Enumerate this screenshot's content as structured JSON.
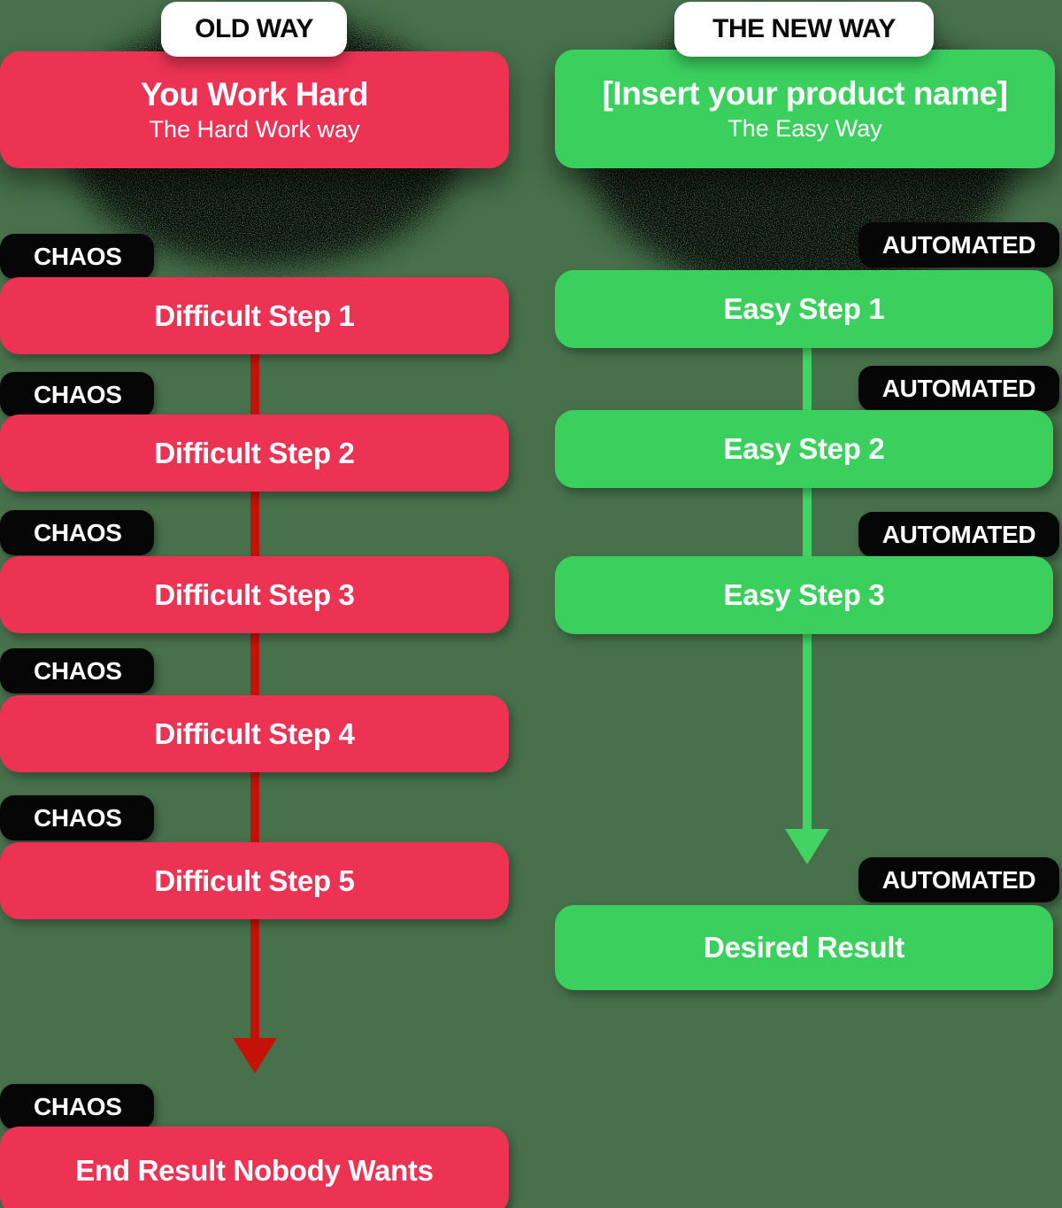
{
  "colors": {
    "background": "#47704b",
    "red_box": "#ed3354",
    "red_arrow": "#c41208",
    "green_box": "#3bd05e",
    "green_arrow": "#41d463",
    "tag_background": "#060606",
    "tag_text": "#ffffff",
    "pill_background": "#ffffff"
  },
  "old_way": {
    "badge_label": "OLD WAY",
    "title": "You Work Hard",
    "subtitle": "The Hard Work way",
    "tag_label": "CHAOS",
    "steps": [
      "Difficult Step 1",
      "Difficult Step 2",
      "Difficult Step 3",
      "Difficult Step 4",
      "Difficult Step 5"
    ],
    "result_label": "End Result Nobody Wants"
  },
  "new_way": {
    "badge_label": "THE NEW WAY",
    "title": "[Insert your product name]",
    "subtitle": "The Easy Way",
    "tag_label": "AUTOMATED",
    "steps": [
      "Easy Step 1",
      "Easy Step 2",
      "Easy Step 3"
    ],
    "result_label": "Desired Result"
  }
}
